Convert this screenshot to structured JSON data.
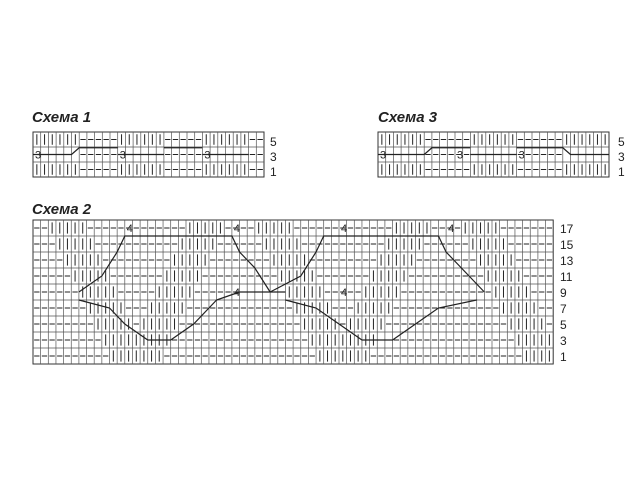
{
  "scheme1": {
    "title": "Схема 1",
    "row_numbers": [
      "5",
      "3",
      "1"
    ],
    "cable_label": "3"
  },
  "scheme3": {
    "title": "Схема 3",
    "row_numbers": [
      "5",
      "3",
      "1"
    ],
    "cable_label": "3"
  },
  "scheme2": {
    "title": "Схема 2",
    "row_numbers": [
      "17",
      "15",
      "13",
      "11",
      "9",
      "7",
      "5",
      "3",
      "1"
    ],
    "cable_label": "4"
  },
  "symbols": {
    "knit": "vertical stroke",
    "purl": "horizontal dash"
  }
}
